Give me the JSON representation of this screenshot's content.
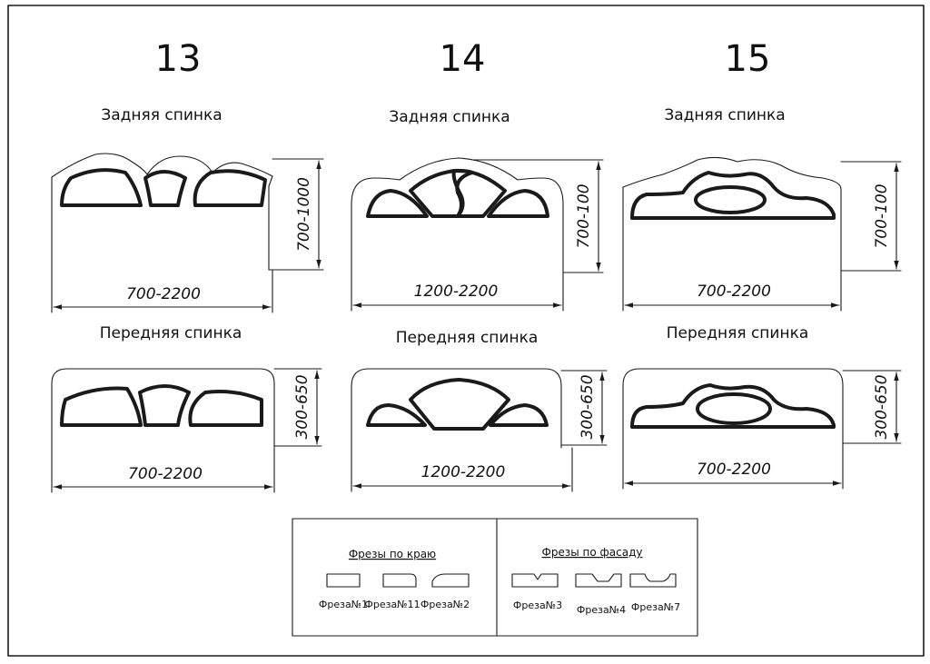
{
  "designs": [
    {
      "number": "13",
      "back_label": "Задняя спинка",
      "back_height": "700-1000",
      "back_width": "700-2200",
      "front_label": "Передняя спинка",
      "front_height": "300-650",
      "front_width": "700-2200"
    },
    {
      "number": "14",
      "back_label": "Задняя спинка",
      "back_height": "700-100",
      "back_width": "1200-2200",
      "front_label": "Передняя спинка",
      "front_height": "300-650",
      "front_width": "1200-2200"
    },
    {
      "number": "15",
      "back_label": "Задняя спинка",
      "back_height": "700-100",
      "back_width": "700-2200",
      "front_label": "Передняя спинка",
      "front_height": "300-650",
      "front_width": "700-2200"
    }
  ],
  "legend": {
    "edge_title": "Фрезы по краю",
    "facade_title": "Фрезы по фасаду",
    "edge_items": [
      "Фреза№1",
      "Фреза№11",
      "Фреза№2"
    ],
    "facade_items": [
      "Фреза№3",
      "Фреза№4",
      "Фреза№7"
    ]
  }
}
